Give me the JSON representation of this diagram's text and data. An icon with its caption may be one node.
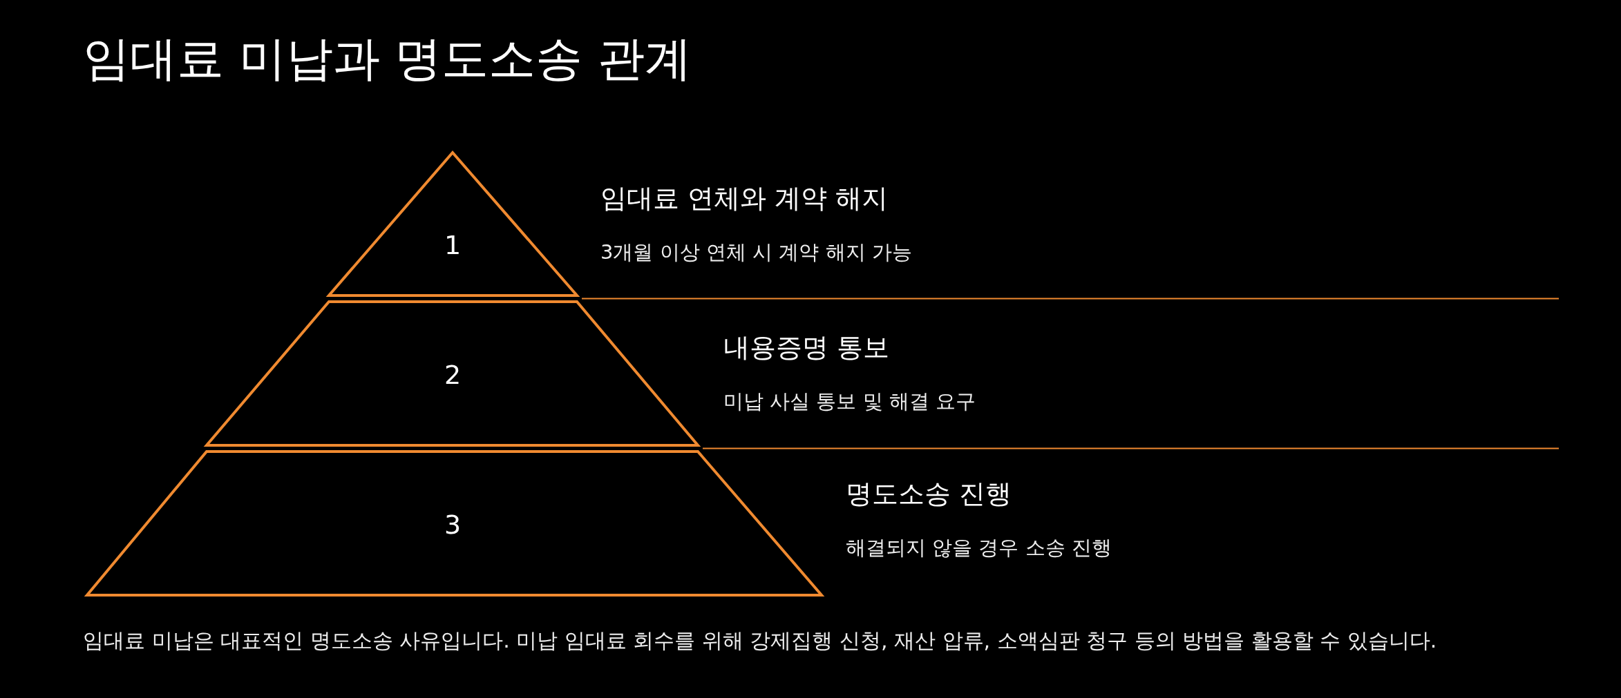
{
  "diagram": {
    "title": "임대료 미납과 명도소송 관계",
    "nodes": [
      {
        "text": [
          "1"
        ],
        "beside": [
          "임대료 연체와 계약 해지",
          "3개월 이상 연체 시 계약 해지 가능"
        ]
      },
      {
        "text": [
          "2"
        ],
        "beside": [
          "내용증명 통보",
          "미납 사실 통보 및 해결 요구"
        ]
      },
      {
        "text": [
          "3"
        ],
        "beside": [
          "명도소송 진행",
          "해결되지 않을 경우 소송 진행"
        ]
      }
    ],
    "edges": [],
    "caption": "임대료 미납은 대표적인 명도소송 사유입니다. 미납 임대료 회수를 위해 강제집행 신청, 재산 압류, 소액심판 청구 등의 방법을 활용할 수 있습니다."
  }
}
